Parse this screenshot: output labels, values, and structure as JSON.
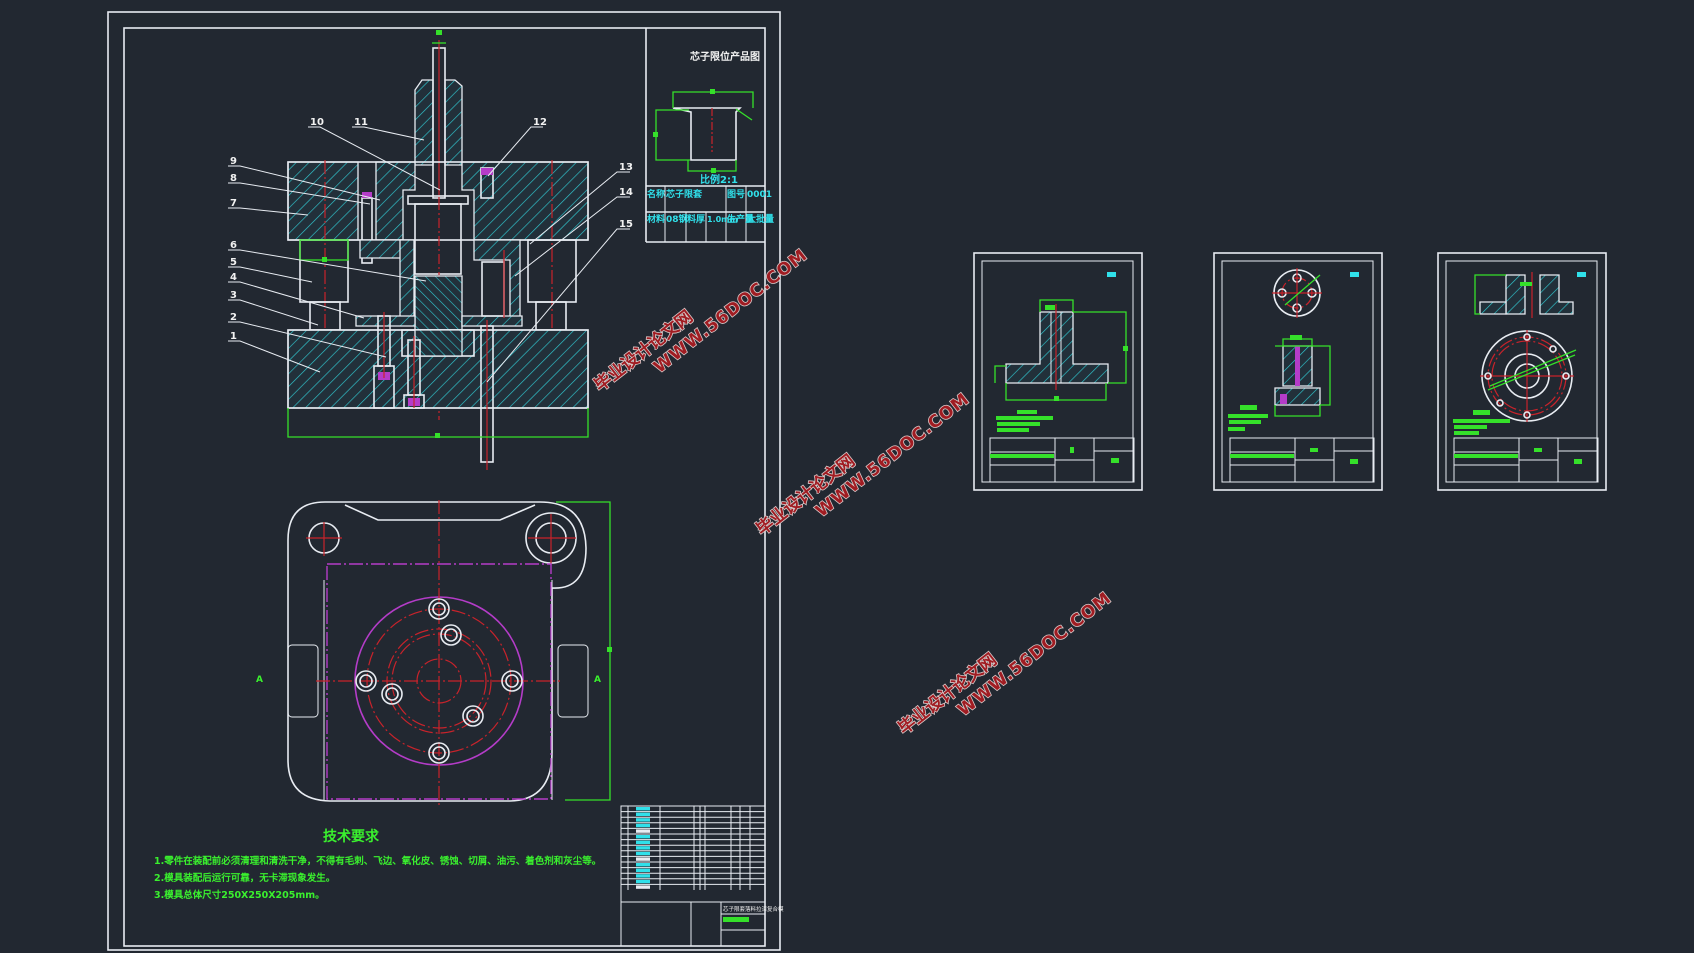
{
  "main_sheet": {
    "product_view": {
      "title": "芯子限位产品图",
      "scale": "比例2:1",
      "table": [
        [
          "名称",
          "芯子限套",
          "图号",
          "0001"
        ],
        [
          "材料",
          "08钢",
          "料厚",
          "1.0mm",
          "生产量",
          "大批量"
        ]
      ]
    },
    "part_labels": [
      "1",
      "2",
      "3",
      "4",
      "5",
      "6",
      "7",
      "8",
      "9",
      "10",
      "11",
      "12",
      "13",
      "14",
      "15"
    ],
    "tech_requirements": {
      "title": "技术要求",
      "items": [
        "1.零件在装配前必须清理和清洗干净，不得有毛刺、飞边、氧化皮、锈蚀、切屑、油污、着色剂和灰尘等。",
        "2.模具装配后运行可靠，无卡滞现象发生。",
        "3.模具总体尺寸250X250X205mm。"
      ]
    },
    "title_block": {
      "drawing_name": "芯子限套落料拉深复合模",
      "header_labels": [
        "序号",
        "名称",
        "数量",
        "材料",
        "备注"
      ]
    }
  },
  "part_sheets": [
    {
      "name": "凸模",
      "roughness_note": "其余"
    },
    {
      "name": "凸凹模",
      "roughness_note": "其余"
    },
    {
      "name": "凹模",
      "roughness_note": "其余"
    }
  ],
  "watermark": {
    "cn": "毕业设计论文网",
    "url": "WWW.56DOC.COM",
    "color": "#a01c22"
  },
  "colors": {
    "background": "#222831",
    "outline": "#e8ecf2",
    "centerline": "#c8232b",
    "dimension": "#35e02a",
    "hatch": "#30c8d0",
    "magenta": "#b43cc8"
  }
}
